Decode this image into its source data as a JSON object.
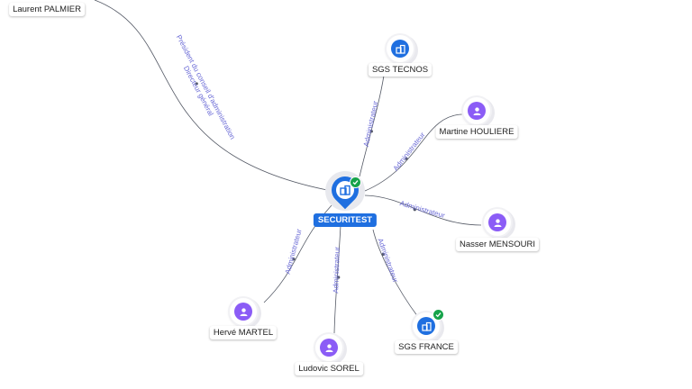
{
  "center": {
    "name": "SECURITEST",
    "verified": true,
    "icon": "building-icon"
  },
  "colors": {
    "accent": "#1f6fe0",
    "person": "#8b5cf6",
    "verified": "#16a34a",
    "edge": "#555a66",
    "edge_label": "#6b6bd6"
  },
  "nodes": [
    {
      "id": "laurent",
      "name": "Laurent PALMIER",
      "type": "person",
      "relation": "Président du conseil d'administration\nDirecteur général",
      "verified": false
    },
    {
      "id": "tecnos",
      "name": "SGS TECNOS",
      "type": "company",
      "relation": "Administrateur",
      "verified": false
    },
    {
      "id": "martine",
      "name": "Martine HOULIERE",
      "type": "person",
      "relation": "Administrateur",
      "verified": false
    },
    {
      "id": "nasser",
      "name": "Nasser MENSOURI",
      "type": "person",
      "relation": "Administrateur",
      "verified": false
    },
    {
      "id": "sgsfrance",
      "name": "SGS FRANCE",
      "type": "company",
      "relation": "Administrateur",
      "verified": true
    },
    {
      "id": "ludovic",
      "name": "Ludovic SOREL",
      "type": "person",
      "relation": "Administrateur",
      "verified": false
    },
    {
      "id": "herve",
      "name": "Hervé MARTEL",
      "type": "person",
      "relation": "Administrateur",
      "verified": false
    }
  ]
}
